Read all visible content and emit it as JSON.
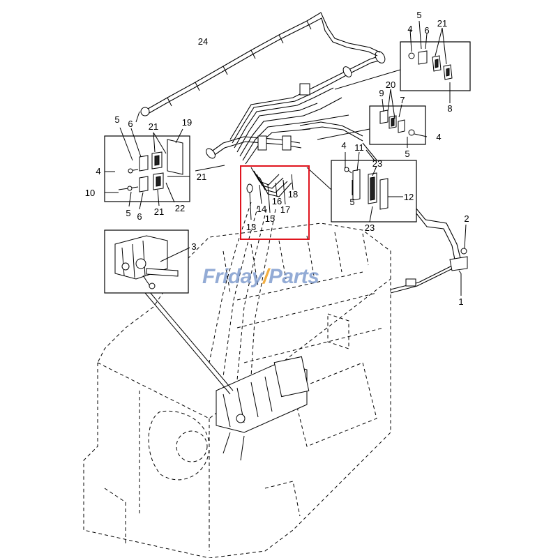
{
  "watermark": {
    "part1": "Friday",
    "slash": "/",
    "part2": "Parts"
  },
  "colors": {
    "highlight": "#e0141e",
    "watermark_blue": "#6f8fc8",
    "watermark_orange": "#f0a020"
  },
  "labels": {
    "l24": "24",
    "tr": {
      "l5": "5",
      "l4": "4",
      "l6": "6",
      "l21": "21",
      "l8": "8"
    },
    "mr": {
      "l9": "9",
      "l20": "20",
      "l7": "7",
      "l4": "4",
      "l5": "5"
    },
    "left": {
      "l5": "5",
      "l6": "6",
      "l21a": "21",
      "l19": "19",
      "l4": "4",
      "l21b": "21",
      "l10": "10",
      "l5b": "5",
      "l6b": "6",
      "l21c": "21",
      "l22": "22"
    },
    "center": {
      "l13": "13",
      "l14": "14",
      "l15": "15",
      "l16": "16",
      "l17": "17",
      "l18": "18"
    },
    "rb": {
      "l4": "4",
      "l11": "11",
      "l23a": "23",
      "l5": "5",
      "l12": "12",
      "l23b": "23"
    },
    "right": {
      "l2": "2",
      "l1": "1"
    },
    "inset": {
      "l3": "3"
    }
  }
}
